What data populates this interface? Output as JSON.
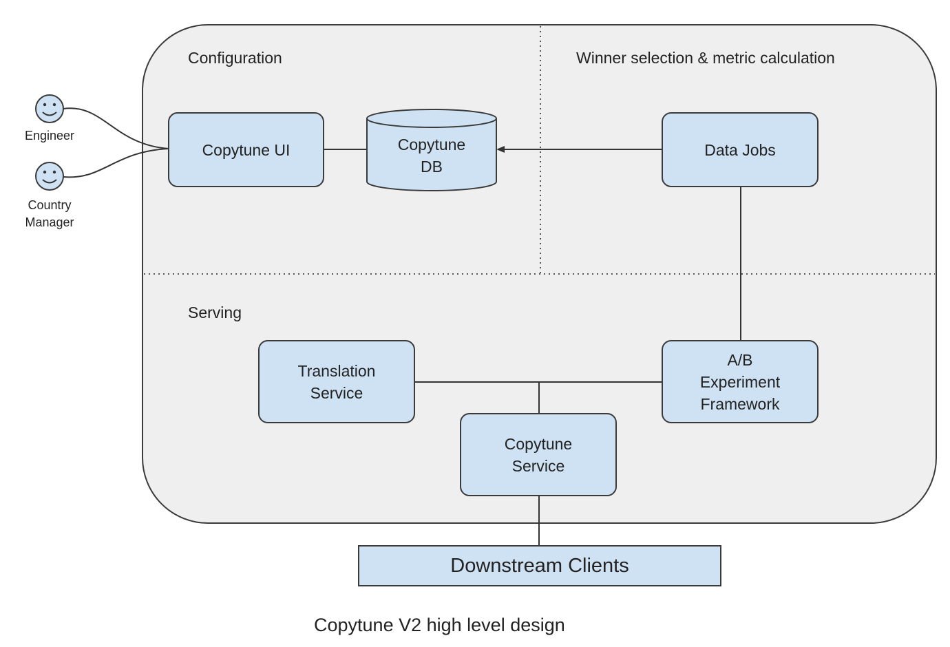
{
  "regions": {
    "configuration": "Configuration",
    "winner_selection": "Winner selection & metric calculation",
    "serving": "Serving"
  },
  "actors": {
    "engineer": "Engineer",
    "country_manager": "Country\nManager"
  },
  "nodes": {
    "copytune_ui": "Copytune UI",
    "copytune_db": "Copytune\nDB",
    "data_jobs": "Data Jobs",
    "translation_service": "Translation\nService",
    "ab_framework": "A/B\nExperiment\nFramework",
    "copytune_service": "Copytune\nService",
    "downstream_clients": "Downstream Clients"
  },
  "caption": "Copytune V2 high level design",
  "colors": {
    "node_fill": "#cfe2f3",
    "container_fill": "#efefef",
    "stroke": "#3a3a3a"
  },
  "icons": {
    "actor": "smiley-face-icon"
  }
}
